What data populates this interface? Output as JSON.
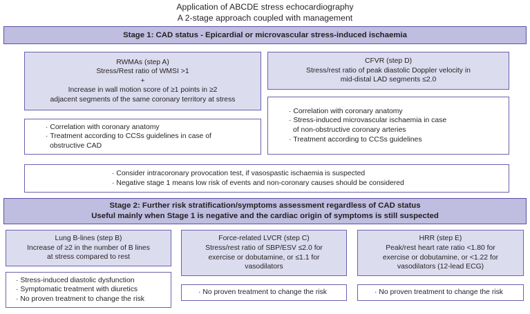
{
  "title": {
    "line1": "Application of ABCDE stress echocardiography",
    "line2": "A 2-stage approach coupled with management"
  },
  "colors": {
    "stage_bar_fill": "#bfbde0",
    "stage_bar_border": "#5c4fa3",
    "step_box_fill": "#dcdcef",
    "box_border": "#6b5fae",
    "text": "#231f20",
    "page_background": "#ffffff"
  },
  "stage1": {
    "header": {
      "line1": "Stage 1: CAD status - Epicardial or microvascular stress-induced ischaemia"
    },
    "rwma_box": {
      "l1": "RWMAs (step A)",
      "l2": "Stress/Rest ratio of WMSI >1",
      "l3": "+",
      "l4": "Increase in wall motion score of ≥1 points in ≥2",
      "l5": "adjacent segments of the same coronary territory at stress"
    },
    "rwma_management": {
      "b1": "Correlation with coronary anatomy",
      "b2": "Treatment according to CCSs guidelines in case of",
      "b2_cont": "obstructive CAD"
    },
    "cfvr_box": {
      "l1": "CFVR (step D)",
      "l2": "Stress/rest ratio of peak diastolic Doppler velocity in",
      "l3": "mid-distal LAD segments ≤2.0"
    },
    "cfvr_management": {
      "b1": "Correlation with coronary anatomy",
      "b2": "Stress-induced microvascular ischaemia in case",
      "b2_cont": "of non-obstructive coronary arteries",
      "b3": "Treatment according to CCSs guidelines"
    },
    "footer_box": {
      "b1": "Consider intracoronary provocation test, if vasospastic ischaemia is suspected",
      "b2": "Negative stage 1 means low risk of events and non-coronary causes should be considered"
    }
  },
  "stage2": {
    "header": {
      "line1": "Stage 2: Further risk stratification/symptoms assessment regardless of CAD status",
      "line2": "Useful mainly when Stage 1 is negative and the cardiac origin of symptoms is still suspected"
    },
    "lung_box": {
      "l1": "Lung B-lines (step B)",
      "l2": "Increase of ≥2 in the number of B lines",
      "l3": "at stress compared to rest"
    },
    "lung_management": {
      "b1": "Stress-induced diastolic dysfunction",
      "b2": "Symptomatic treatment with diuretics",
      "b3": "No proven treatment to change the risk"
    },
    "lvcr_box": {
      "l1": "Force-related LVCR (step C)",
      "l2": "Stress/rest ratio of SBP/ESV ≤2.0 for",
      "l3": "exercise or dobutamine, or ≤1.1 for",
      "l4": "vasodilators"
    },
    "lvcr_management": {
      "b1": "No proven treatment to change the risk"
    },
    "hrr_box": {
      "l1": "HRR (step E)",
      "l2": "Peak/rest heart rate ratio <1.80 for",
      "l3": "exercise or dobutamine, or <1.22 for",
      "l4": "vasodilators (12-lead ECG)"
    },
    "hrr_management": {
      "b1": "No proven treatment to change the risk"
    }
  }
}
